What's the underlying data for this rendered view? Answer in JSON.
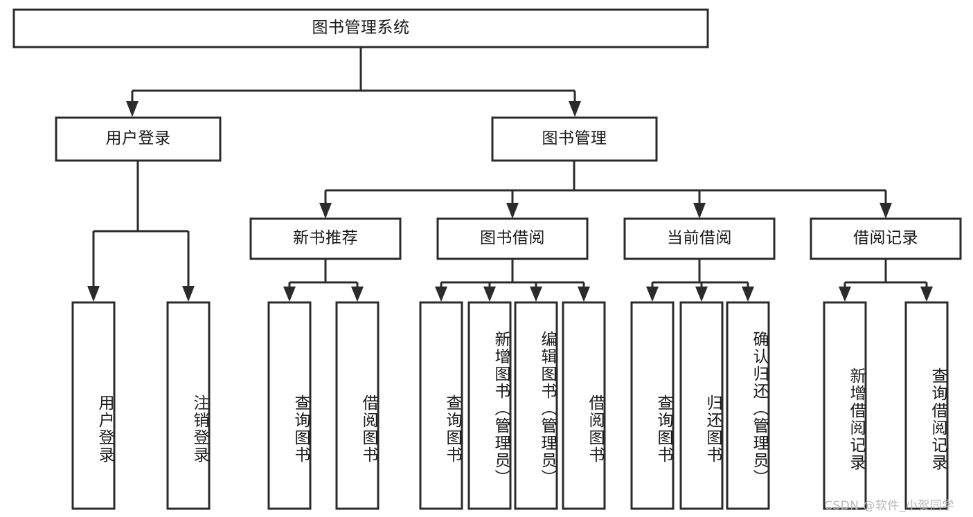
{
  "diagram": {
    "title": "图书管理系统",
    "type": "hierarchy-tree",
    "watermark": "CSDN @软件_小贺同学",
    "colors": {
      "stroke": "#2b2b2b",
      "fill": "#ffffff",
      "text": "#1a1a1a",
      "watermark": "#b9b9b9"
    },
    "levels": {
      "root": {
        "label": "图书管理系统"
      },
      "level2": [
        {
          "id": "user-login",
          "label": "用户登录"
        },
        {
          "id": "book-management",
          "label": "图书管理"
        }
      ],
      "level3": [
        {
          "id": "new-book-recommend",
          "label": "新书推荐",
          "parent": "book-management"
        },
        {
          "id": "book-borrow",
          "label": "图书借阅",
          "parent": "book-management"
        },
        {
          "id": "current-borrow",
          "label": "当前借阅",
          "parent": "book-management"
        },
        {
          "id": "borrow-record",
          "label": "借阅记录",
          "parent": "book-management"
        }
      ],
      "leaves": [
        {
          "id": "leaf-user-login",
          "label": "用户登录",
          "parent": "user-login"
        },
        {
          "id": "leaf-logout-login",
          "label": "注销登录",
          "parent": "user-login"
        },
        {
          "id": "leaf-query-book-1",
          "label": "查询图书",
          "parent": "new-book-recommend"
        },
        {
          "id": "leaf-borrow-book-1",
          "label": "借阅图书",
          "parent": "new-book-recommend"
        },
        {
          "id": "leaf-query-book-2",
          "label": "查询图书",
          "parent": "book-borrow"
        },
        {
          "id": "leaf-add-book",
          "label": "新增图书（管理员）",
          "parent": "book-borrow"
        },
        {
          "id": "leaf-edit-book",
          "label": "编辑图书（管理员）",
          "parent": "book-borrow"
        },
        {
          "id": "leaf-borrow-book-2",
          "label": "借阅图书",
          "parent": "book-borrow"
        },
        {
          "id": "leaf-query-book-3",
          "label": "查询图书",
          "parent": "current-borrow"
        },
        {
          "id": "leaf-return-book",
          "label": "归还图书",
          "parent": "current-borrow"
        },
        {
          "id": "leaf-confirm-return",
          "label": "确认归还（管理员）",
          "parent": "current-borrow"
        },
        {
          "id": "leaf-add-record",
          "label": "新增借阅记录",
          "parent": "borrow-record"
        },
        {
          "id": "leaf-query-record",
          "label": "查询借阅记录",
          "parent": "borrow-record"
        }
      ]
    }
  }
}
